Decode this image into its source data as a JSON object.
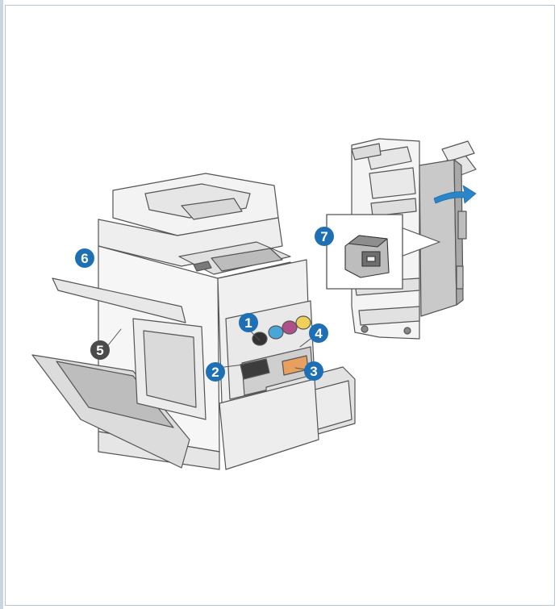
{
  "callouts": [
    {
      "id": "1",
      "label": "1",
      "style": "blue"
    },
    {
      "id": "2",
      "label": "2",
      "style": "blue"
    },
    {
      "id": "3",
      "label": "3",
      "style": "blue"
    },
    {
      "id": "4",
      "label": "4",
      "style": "blue"
    },
    {
      "id": "5",
      "label": "5",
      "style": "dark"
    },
    {
      "id": "6",
      "label": "6",
      "style": "blue"
    },
    {
      "id": "7",
      "label": "7",
      "style": "blue"
    }
  ],
  "colors": {
    "callout_blue": "#1f6fb5",
    "callout_dark": "#4a4a4a",
    "accent_arrow": "#2a86c8",
    "toner_cyan": "#4aa6d8",
    "toner_yellow": "#f0cf5a",
    "toner_magenta": "#b0508a",
    "toner_black": "#333333",
    "waste_orange": "#e8a060",
    "line_gray": "#555555"
  },
  "icons": [
    "printer-illustration",
    "finisher-illustration",
    "staple-cartridge-illustration",
    "rotate-arrow-icon"
  ]
}
